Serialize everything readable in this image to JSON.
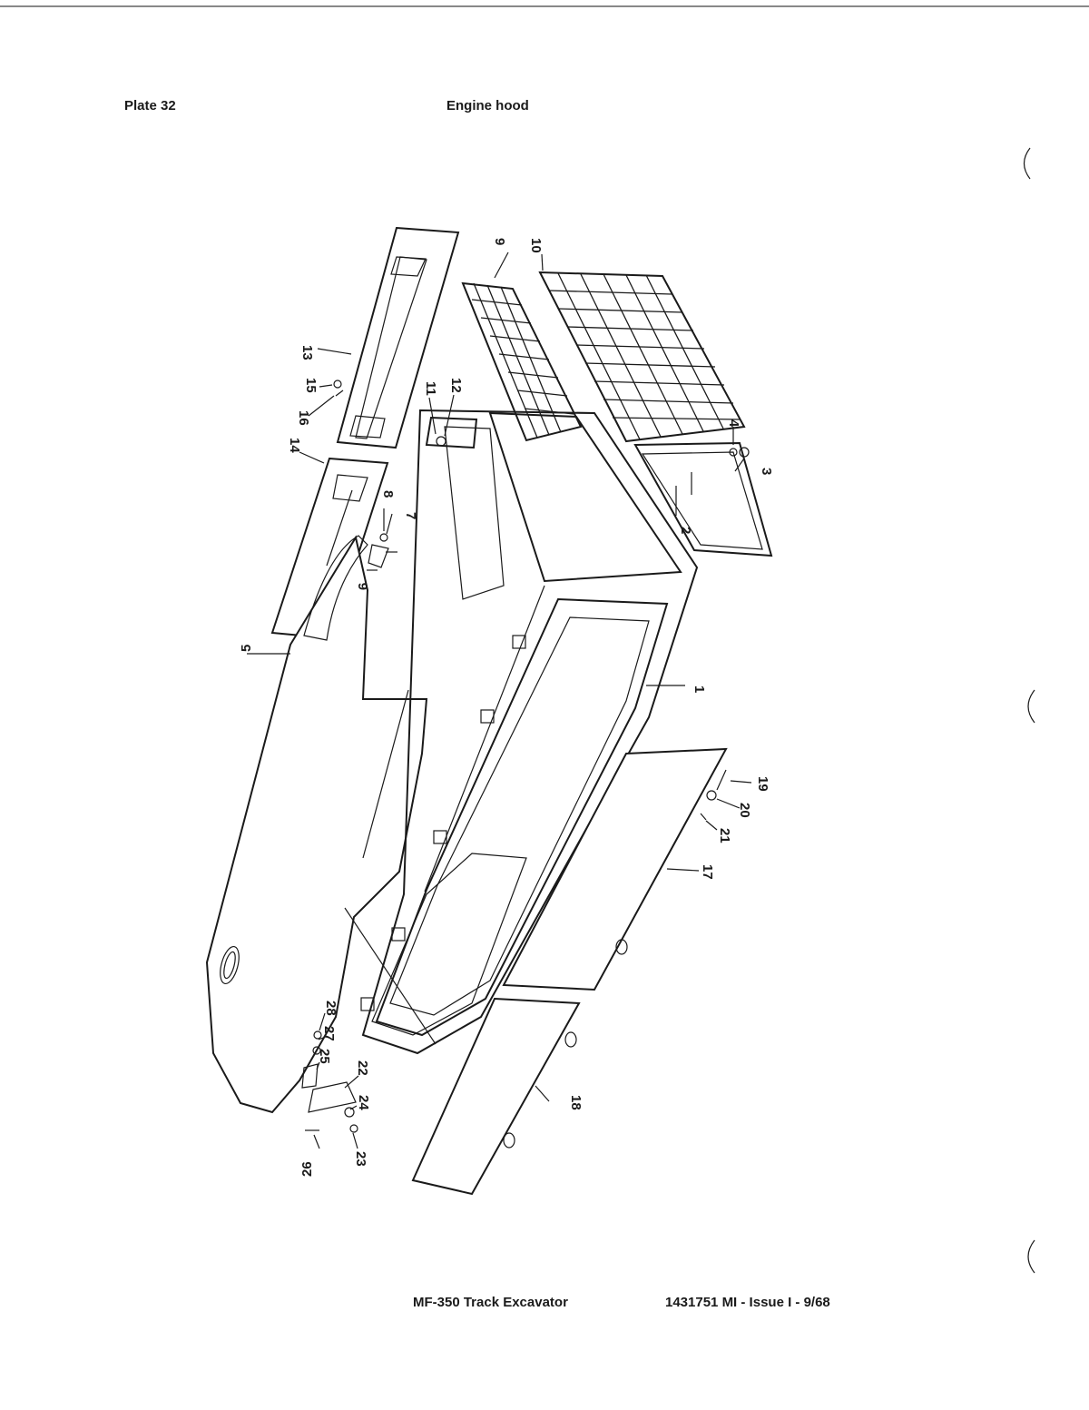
{
  "header": {
    "plate": "Plate 32",
    "title": "Engine hood"
  },
  "footer": {
    "machine": "MF-350 Track Excavator",
    "issue": "1431751 MI - Issue I - 9/68"
  },
  "callouts": [
    {
      "id": "1",
      "label": "1"
    },
    {
      "id": "2",
      "label": "2"
    },
    {
      "id": "3",
      "label": "3"
    },
    {
      "id": "4",
      "label": "4"
    },
    {
      "id": "5",
      "label": "5"
    },
    {
      "id": "6",
      "label": "6"
    },
    {
      "id": "7",
      "label": "7"
    },
    {
      "id": "8",
      "label": "8"
    },
    {
      "id": "9",
      "label": "9"
    },
    {
      "id": "10",
      "label": "10"
    },
    {
      "id": "11",
      "label": "11"
    },
    {
      "id": "12",
      "label": "12"
    },
    {
      "id": "13",
      "label": "13"
    },
    {
      "id": "14",
      "label": "14"
    },
    {
      "id": "15",
      "label": "15"
    },
    {
      "id": "16",
      "label": "16"
    },
    {
      "id": "17",
      "label": "17"
    },
    {
      "id": "18",
      "label": "18"
    },
    {
      "id": "19",
      "label": "19"
    },
    {
      "id": "20",
      "label": "20"
    },
    {
      "id": "21",
      "label": "21"
    },
    {
      "id": "22",
      "label": "22"
    },
    {
      "id": "23",
      "label": "23"
    },
    {
      "id": "24",
      "label": "24"
    },
    {
      "id": "25",
      "label": "25"
    },
    {
      "id": "26",
      "label": "26"
    },
    {
      "id": "27",
      "label": "27"
    },
    {
      "id": "28",
      "label": "28"
    }
  ]
}
